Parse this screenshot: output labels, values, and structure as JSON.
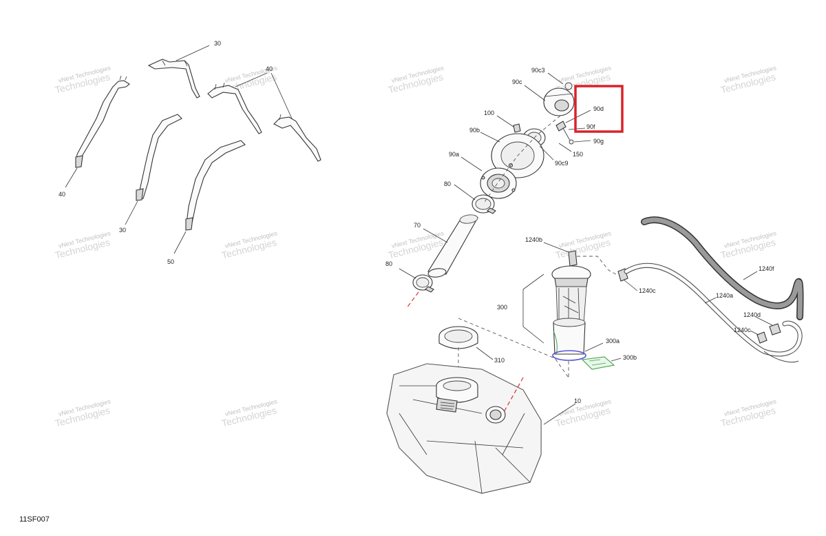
{
  "diagram": {
    "reference_code": "11SF007",
    "highlight_color": "#d9232a",
    "watermark": {
      "line1": "vNext Technologies",
      "line2": "Technologies"
    },
    "callouts": {
      "c30a": "30",
      "c40a": "40",
      "c40b": "40",
      "c30b": "30",
      "c50": "50",
      "c90c3": "90c3",
      "c90c": "90c",
      "c90d": "90d",
      "c90f": "90f",
      "c90g": "90g",
      "c100": "100",
      "c90b": "90b",
      "c150": "150",
      "c90c9": "90c9",
      "c90a": "90a",
      "c80a": "80",
      "c70": "70",
      "c80b": "80",
      "c1240b": "1240b",
      "c1240c": "1240c",
      "c1240f": "1240f",
      "c1240a": "1240a",
      "c1240d": "1240d",
      "c1240c2": "1240c",
      "c300": "300",
      "c300a": "300a",
      "c300b": "300b",
      "c310": "310",
      "c10": "10"
    }
  }
}
